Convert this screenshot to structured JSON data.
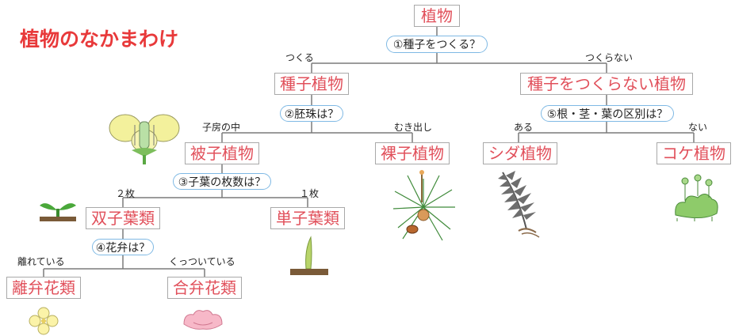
{
  "title": "植物のなかまわけ",
  "root": "植物",
  "questions": {
    "q1": "①種子をつくる？",
    "q2": "②胚珠は？",
    "q3": "③子葉の枚数は？",
    "q4": "④花弁は？",
    "q5": "⑤根・茎・葉の区別は？"
  },
  "branches": {
    "makes_seeds": "つくる",
    "no_seeds": "つくらない",
    "in_ovary": "子房の中",
    "exposed": "むき出し",
    "two_leaves": "２枚",
    "one_leaf": "１枚",
    "separate": "離れている",
    "joined": "くっついている",
    "has": "ある",
    "none": "ない"
  },
  "nodes": {
    "seed_plants": "種子植物",
    "non_seed_plants": "種子をつくらない植物",
    "angiosperms": "被子植物",
    "gymnosperms": "裸子植物",
    "dicots": "双子葉類",
    "monocots": "単子葉類",
    "polypetalous": "離弁花類",
    "sympetalous": "合弁花類",
    "ferns": "シダ植物",
    "mosses": "コケ植物"
  },
  "colors": {
    "title": "#e8393a",
    "node_text": "#e1505b",
    "node_border": "#a9a9a9",
    "question_border": "#7fb9e4",
    "line": "#7a7a7a"
  }
}
